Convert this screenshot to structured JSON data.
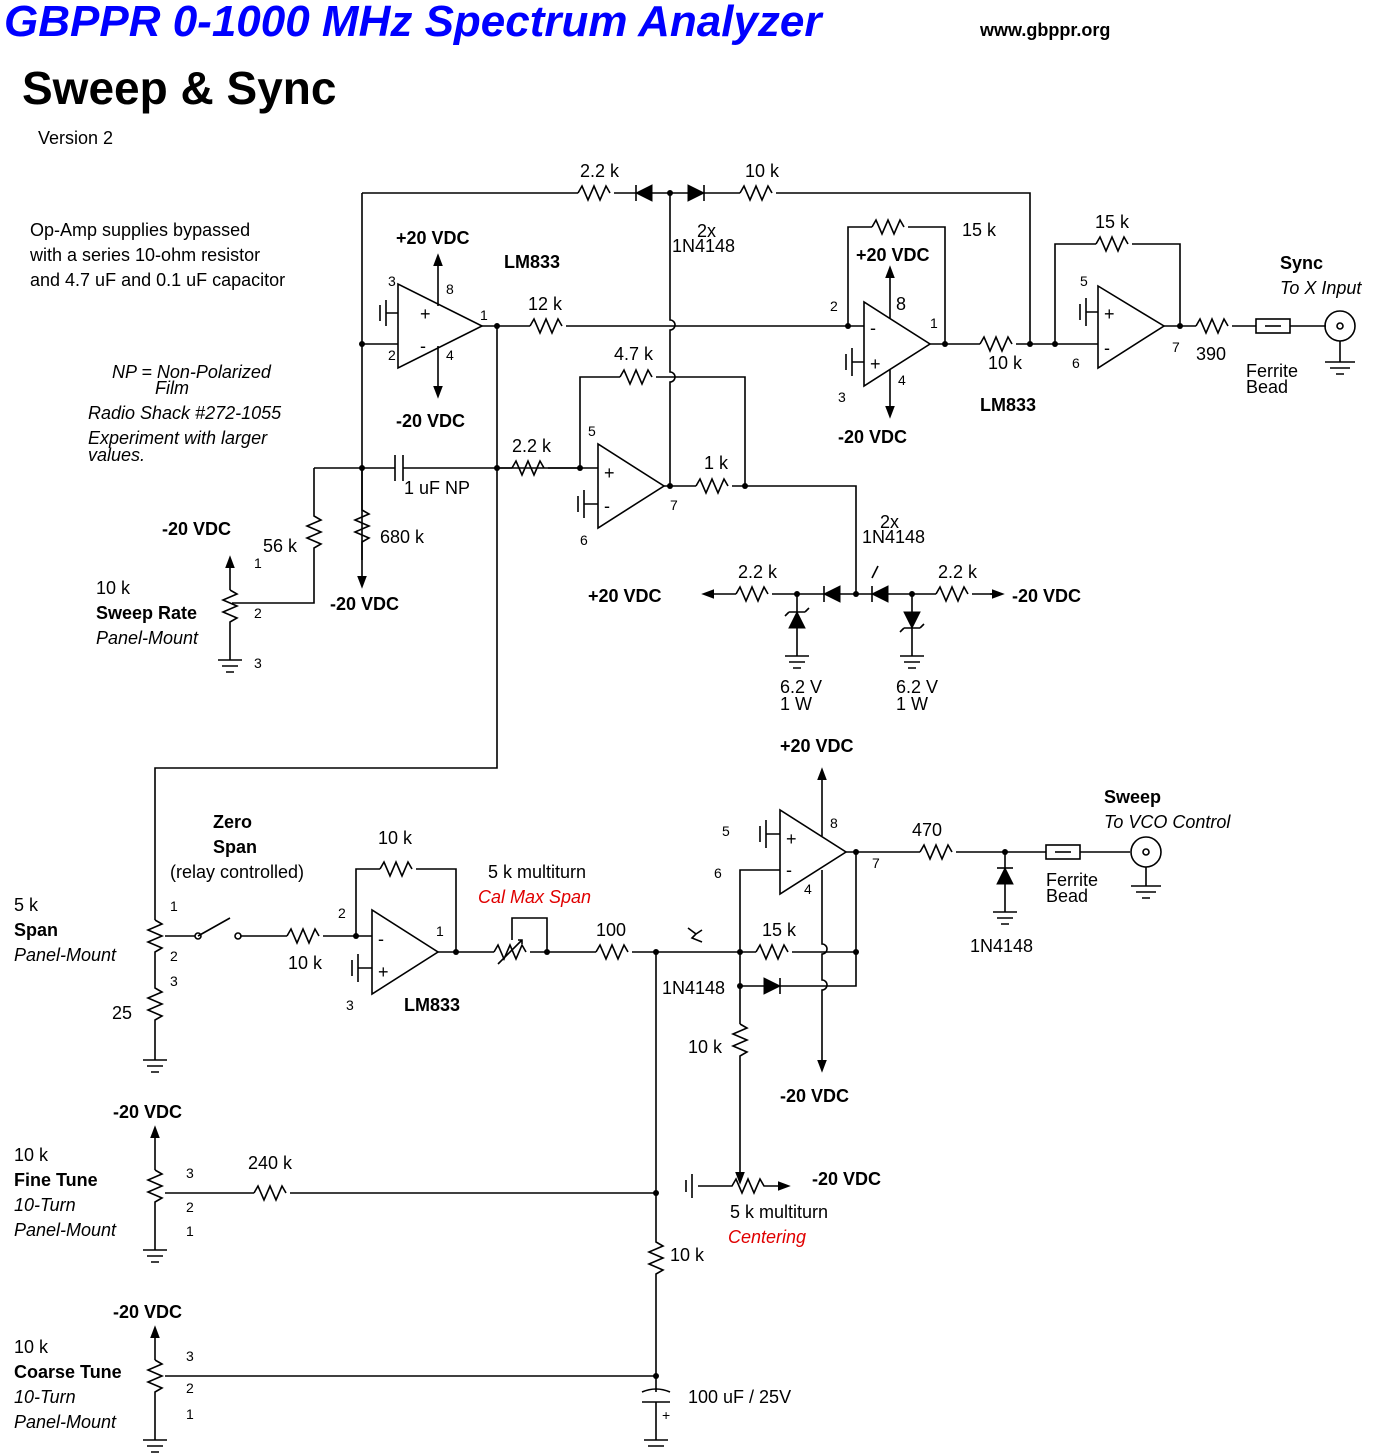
{
  "header": {
    "title": "GBPPR 0-1000 MHz Spectrum Analyzer",
    "website": "www.gbppr.org",
    "subtitle": "Sweep & Sync",
    "version": "Version 2"
  },
  "notes": {
    "bypass": [
      "Op-Amp supplies bypassed",
      "with a series 10-ohm resistor",
      "and 4.7 uF and 0.1 uF capacitor"
    ],
    "np": [
      "NP = Non-Polarized",
      "Film",
      "Radio Shack #272-1055",
      "Experiment with larger",
      "values."
    ]
  },
  "labels": {
    "r_2k2_top": "2.2 k",
    "r_10k_top": "10 k",
    "diodes_top": [
      "2x",
      "1N4148"
    ],
    "vpos": "+20 VDC",
    "vneg": "-20 VDC",
    "lm833": "LM833",
    "r_12k": "12 k",
    "r_47k": "4.7 k",
    "r_15k_a": "15 k",
    "r_15k_b": "15 k",
    "r_10k_mid": "10 k",
    "r_2k2_in": "2.2 k",
    "r_1k": "1 k",
    "cap_1uf": "1 uF NP",
    "r_56k": "56 k",
    "r_680k": "680 k",
    "sweep_rate": [
      "10 k",
      "Sweep Rate",
      "Panel-Mount"
    ],
    "r_2k2_l": "2.2 k",
    "r_2k2_r": "2.2 k",
    "diodes_mid": [
      "2x",
      "1N4148"
    ],
    "zener": [
      "6.2 V",
      "1 W"
    ],
    "r_390": "390",
    "ferrite": [
      "Ferrite",
      "Bead"
    ],
    "sync": [
      "Sync",
      "To X Input"
    ],
    "zero_span": [
      "Zero",
      "Span",
      "(relay controlled)"
    ],
    "span_pot": [
      "5 k",
      "Span",
      "Panel-Mount"
    ],
    "r_25": "25",
    "r_10k_in": "10 k",
    "r_10k_fb": "10 k",
    "cal_pot": [
      "5 k multiturn",
      "Cal Max Span"
    ],
    "r_100": "100",
    "r_15k_c": "15 k",
    "d_1n4148": "1N4148",
    "r_10k_c": "10 k",
    "r_470": "470",
    "sweep": [
      "Sweep",
      "To VCO Control"
    ],
    "fine_tune": [
      "10 k",
      "Fine Tune",
      "10-Turn",
      "Panel-Mount"
    ],
    "coarse_tune": [
      "10 k",
      "Coarse Tune",
      "10-Turn",
      "Panel-Mount"
    ],
    "r_240k": "240 k",
    "r_10k_d": "10 k",
    "centering": [
      "5 k multiturn",
      "Centering"
    ],
    "cap_100uf": "100 uF / 25V",
    "pins": {
      "p1": "1",
      "p2": "2",
      "p3": "3",
      "p4": "4",
      "p5": "5",
      "p6": "6",
      "p7": "7",
      "p8": "8",
      "plus": "+",
      "minus": "-"
    }
  },
  "colors": {
    "title": "#0000ff",
    "note_red": "#e00000"
  }
}
